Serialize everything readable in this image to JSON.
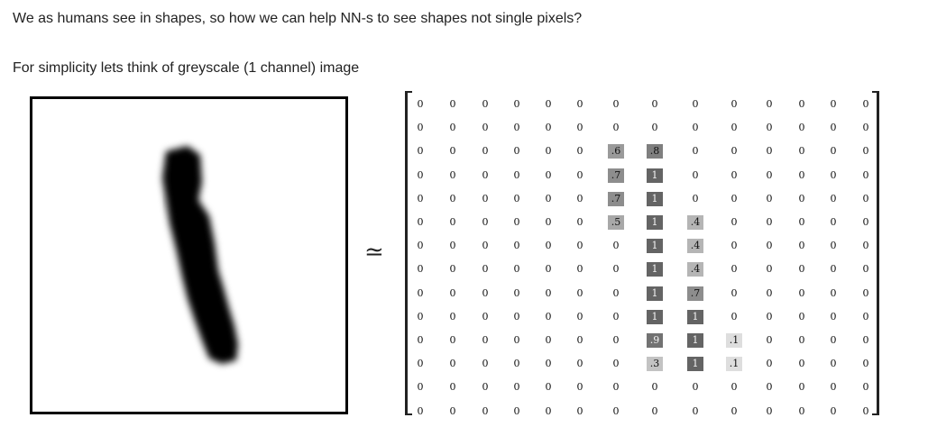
{
  "text": {
    "line1": "We as humans see in shapes, so how we can help NN-s to see shapes not single pixels?",
    "line2": "For simplicity lets think of greyscale (1 channel) image"
  },
  "approx_symbol": "≃",
  "matrix": {
    "rows": [
      [
        "0",
        "0",
        "0",
        "0",
        "0",
        "0",
        "0",
        "0",
        "0",
        "0",
        "0",
        "0",
        "0",
        "0"
      ],
      [
        "0",
        "0",
        "0",
        "0",
        "0",
        "0",
        "0",
        "0",
        "0",
        "0",
        "0",
        "0",
        "0",
        "0"
      ],
      [
        "0",
        "0",
        "0",
        "0",
        "0",
        "0",
        ".6",
        ".8",
        "0",
        "0",
        "0",
        "0",
        "0",
        "0"
      ],
      [
        "0",
        "0",
        "0",
        "0",
        "0",
        "0",
        ".7",
        "1",
        "0",
        "0",
        "0",
        "0",
        "0",
        "0"
      ],
      [
        "0",
        "0",
        "0",
        "0",
        "0",
        "0",
        ".7",
        "1",
        "0",
        "0",
        "0",
        "0",
        "0",
        "0"
      ],
      [
        "0",
        "0",
        "0",
        "0",
        "0",
        "0",
        ".5",
        "1",
        ".4",
        "0",
        "0",
        "0",
        "0",
        "0"
      ],
      [
        "0",
        "0",
        "0",
        "0",
        "0",
        "0",
        "0",
        "1",
        ".4",
        "0",
        "0",
        "0",
        "0",
        "0"
      ],
      [
        "0",
        "0",
        "0",
        "0",
        "0",
        "0",
        "0",
        "1",
        ".4",
        "0",
        "0",
        "0",
        "0",
        "0"
      ],
      [
        "0",
        "0",
        "0",
        "0",
        "0",
        "0",
        "0",
        "1",
        ".7",
        "0",
        "0",
        "0",
        "0",
        "0"
      ],
      [
        "0",
        "0",
        "0",
        "0",
        "0",
        "0",
        "0",
        "1",
        "1",
        "0",
        "0",
        "0",
        "0",
        "0"
      ],
      [
        "0",
        "0",
        "0",
        "0",
        "0",
        "0",
        "0",
        ".9",
        "1",
        ".1",
        "0",
        "0",
        "0",
        "0"
      ],
      [
        "0",
        "0",
        "0",
        "0",
        "0",
        "0",
        "0",
        ".3",
        "1",
        ".1",
        "0",
        "0",
        "0",
        "0"
      ],
      [
        "0",
        "0",
        "0",
        "0",
        "0",
        "0",
        "0",
        "0",
        "0",
        "0",
        "0",
        "0",
        "0",
        "0"
      ],
      [
        "0",
        "0",
        "0",
        "0",
        "0",
        "0",
        "0",
        "0",
        "0",
        "0",
        "0",
        "0",
        "0",
        "0"
      ]
    ]
  }
}
